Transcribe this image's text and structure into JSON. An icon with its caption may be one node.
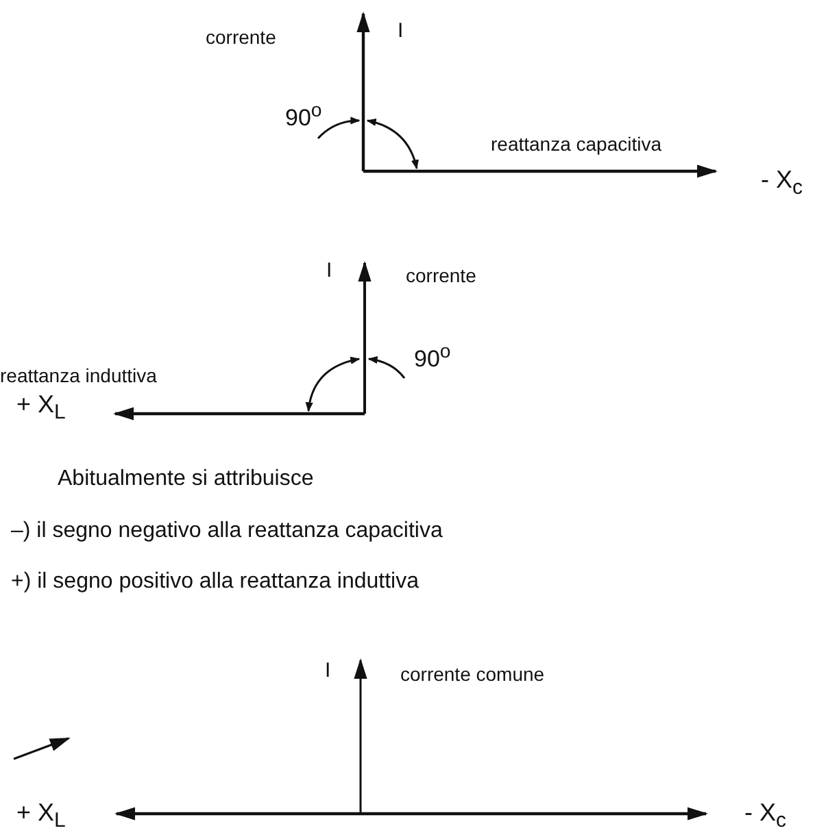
{
  "diagram": {
    "labels": [
      "corrente",
      "I",
      "90$^{o}$",
      "reattanza capacitiva",
      "- X$_{c}$",
      "I",
      "corrente",
      "90$^{o}$",
      "reattanza induttiva",
      "+ X$_{L}$",
      "Abitualmente si attribuisce",
      "–) il segno negativo alla reattanza capacitiva",
      "+) il segno positivo alla reattanza induttiva",
      "I",
      "corrente comune",
      "+ X$_{L}$",
      "- X$_{c}$"
    ]
  }
}
